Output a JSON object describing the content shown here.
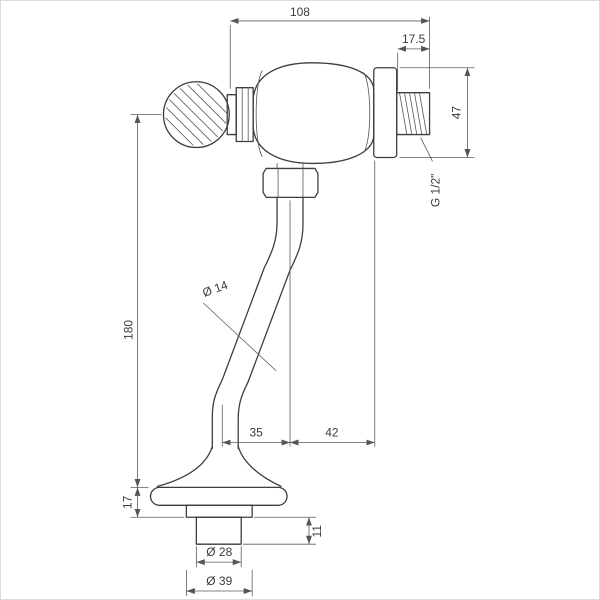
{
  "drawing": {
    "kind": "flush-valve-technical-drawing",
    "colors": {
      "line": "#3d3d3d",
      "dimension_line": "#5b5b5b",
      "background": "#ffffff"
    },
    "dimensions": {
      "total_width": "108",
      "thread_length": "17.5",
      "flange_diameter": "47",
      "thread_spec": "G 1/2\"",
      "total_height": "180",
      "pipe_diameter": "Ø 14",
      "offset_lower": "35",
      "offset_upper": "42",
      "base_flange_height": "17",
      "base_stem_height": "11",
      "base_inner_diameter": "Ø 28",
      "base_outer_diameter": "Ø 39"
    }
  }
}
